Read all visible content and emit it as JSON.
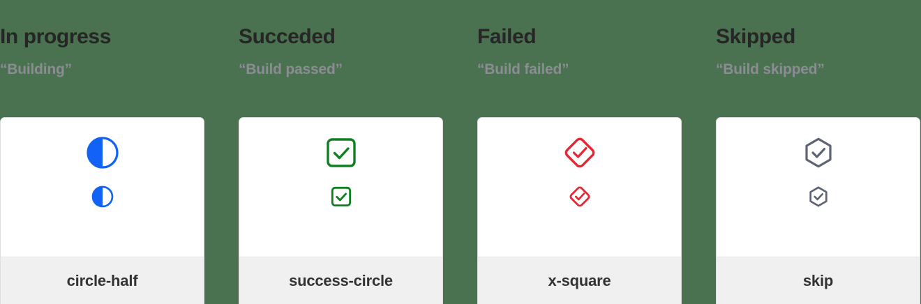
{
  "page": {
    "background_color": "#4a7150",
    "card_background": "#ffffff",
    "card_footer_background": "#f0f0f0",
    "heading_color": "#262626",
    "subheading_color": "#8c8c94",
    "footer_label_color": "#333333"
  },
  "columns": [
    {
      "heading": "In progress",
      "subheading": "“Building”",
      "icon_name": "circle-half-icon",
      "icon_label": "circle-half",
      "icon_color": "#1262f5"
    },
    {
      "heading": "Succeded",
      "subheading": "“Build passed”",
      "icon_name": "success-circle-icon",
      "icon_label": "success-circle",
      "icon_color": "#0f8021"
    },
    {
      "heading": "Failed",
      "subheading": "“Build failed”",
      "icon_name": "x-square-icon",
      "icon_label": "x-square",
      "icon_color": "#e62633"
    },
    {
      "heading": "Skipped",
      "subheading": "“Build skipped”",
      "icon_name": "skip-icon",
      "icon_label": "skip",
      "icon_color": "#5d6275"
    }
  ]
}
